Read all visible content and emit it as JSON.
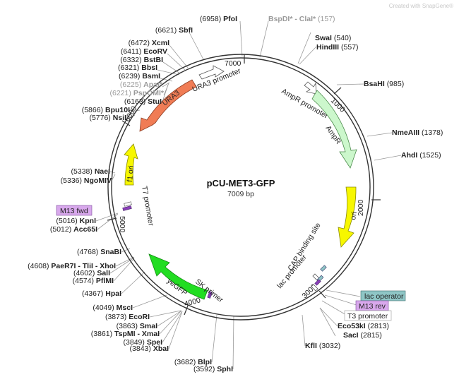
{
  "watermark": "Created with SnapGene®",
  "title": "pCU-MET3-GFP",
  "length_label": "7009 bp",
  "total_bp": 7009,
  "ticks": [
    "7000",
    "1000",
    "2000",
    "3000",
    "4000",
    "5000",
    "6000"
  ],
  "sites": [
    {
      "num": "(6958)",
      "name": "PfoI"
    },
    {
      "num": "(6621)",
      "name": "SbfI"
    },
    {
      "num": "(6472)",
      "name": "XcmI"
    },
    {
      "num": "(6411)",
      "name": "EcoRV"
    },
    {
      "num": "(6332)",
      "name": "BstBI"
    },
    {
      "num": "(6321)",
      "name": "BbsI"
    },
    {
      "num": "(6239)",
      "name": "BsmI"
    },
    {
      "num": "(6225)",
      "name": "ApaI*"
    },
    {
      "num": "(6221)",
      "name": "PspOMI*"
    },
    {
      "num": "(6163)",
      "name": "StuI"
    },
    {
      "num": "(5866)",
      "name": "Bpu10I"
    },
    {
      "num": "(5776)",
      "name": "NsiI"
    },
    {
      "num": "(5338)",
      "name": "NaeI"
    },
    {
      "num": "(5336)",
      "name": "NgoMIV"
    },
    {
      "num": "(5016)",
      "name": "KpnI"
    },
    {
      "num": "(5012)",
      "name": "Acc65I"
    },
    {
      "num": "(4768)",
      "name": "SnaBI"
    },
    {
      "num": "(4608)",
      "name": "PaeR7I - TliI - XhoI"
    },
    {
      "num": "(4602)",
      "name": "SalI"
    },
    {
      "num": "(4574)",
      "name": "PflMI"
    },
    {
      "num": "(4367)",
      "name": "HpaI"
    },
    {
      "num": "(4049)",
      "name": "MscI"
    },
    {
      "num": "(3873)",
      "name": "EcoRI"
    },
    {
      "num": "(3863)",
      "name": "SmaI"
    },
    {
      "num": "(3861)",
      "name": "TspMI - XmaI"
    },
    {
      "num": "(3849)",
      "name": "SpeI"
    },
    {
      "num": "(3843)",
      "name": "XbaI"
    },
    {
      "num": "(3682)",
      "name": "BlpI"
    },
    {
      "num": "(3592)",
      "name": "SphI"
    },
    {
      "name": "BspDI* - ClaI*",
      "num": "(157)"
    },
    {
      "name": "SwaI",
      "num": "(540)"
    },
    {
      "name": "HindIII",
      "num": "(557)"
    },
    {
      "name": "BsaHI",
      "num": "(985)"
    },
    {
      "name": "NmeAIII",
      "num": "(1378)"
    },
    {
      "name": "AhdI",
      "num": "(1525)"
    },
    {
      "name": "Eco53kI",
      "num": "(2813)"
    },
    {
      "name": "SacI",
      "num": "(2815)"
    },
    {
      "name": "KflI",
      "num": "(3032)"
    }
  ],
  "features": {
    "ura3": "URA3",
    "ura3_promoter": "URA3 promoter",
    "ampr_promoter": "AmpR promoter",
    "ampr": "AmpR",
    "ori": "ori",
    "f1_ori": "f1 ori",
    "t7_promoter": "T7 promoter",
    "m13_fwd": "M13 fwd",
    "yegfp": "yeGFP",
    "sk_primer": "SK primer",
    "cap_site": "CAP binding site",
    "lac_promoter": "lac promoter",
    "lac_operator": "lac operator",
    "m13_rev": "M13 rev",
    "t3_promoter": "T3 promoter"
  },
  "colors": {
    "ura3": "#f07c55",
    "ampr": "#ccf7cc",
    "ori": "#f7f700",
    "f1_ori": "#f7f700",
    "yegfp": "#22dd22",
    "m13": "#d8a8ec",
    "lac_operator": "#8fc6c6",
    "promoter_box": "#ffffff",
    "backbone": "#333333"
  }
}
